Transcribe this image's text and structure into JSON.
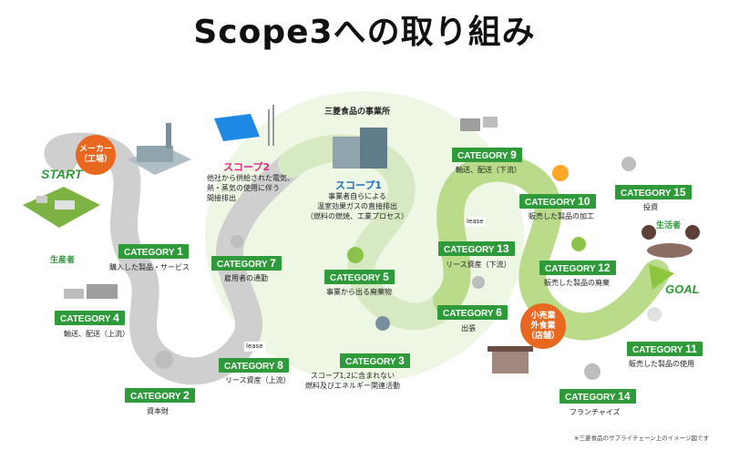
{
  "title": "Scope3への取り組み",
  "start_label": "START",
  "goal_label": "GOAL",
  "producer_label": "生産者",
  "consumer_label": "生活者",
  "maker_bubble": "メーカー\n（工場）",
  "retail_bubble": "小売業\n外食業\n（店舗）",
  "office_label": "三菱食品の事業所",
  "scope1": {
    "title": "スコープ1",
    "desc": "事業者自らによる\n温室効果ガスの直接排出\n（燃料の燃焼、工業プロセス）"
  },
  "scope2": {
    "title": "スコープ2",
    "desc": "他社から供給された電気、\n熱・蒸気の使用に伴う\n間接排出"
  },
  "categories": [
    {
      "num": "1",
      "label": "CATEGORY",
      "desc": "購入した製品・サービス"
    },
    {
      "num": "2",
      "label": "CATEGORY",
      "desc": "資本財"
    },
    {
      "num": "3",
      "label": "CATEGORY",
      "desc": "スコープ1,2に含まれない\n燃料及びエネルギー関連活動"
    },
    {
      "num": "4",
      "label": "CATEGORY",
      "desc": "輸送、配送（上流）"
    },
    {
      "num": "5",
      "label": "CATEGORY",
      "desc": "事業から出る廃棄物"
    },
    {
      "num": "6",
      "label": "CATEGORY",
      "desc": "出張"
    },
    {
      "num": "7",
      "label": "CATEGORY",
      "desc": "雇用者の通勤"
    },
    {
      "num": "8",
      "label": "CATEGORY",
      "desc": "リース資産（上流）"
    },
    {
      "num": "9",
      "label": "CATEGORY",
      "desc": "輸送、配送（下流）"
    },
    {
      "num": "10",
      "label": "CATEGORY",
      "desc": "販売した製品の加工"
    },
    {
      "num": "11",
      "label": "CATEGORY",
      "desc": "販売した製品の使用"
    },
    {
      "num": "12",
      "label": "CATEGORY",
      "desc": "販売した製品の廃棄"
    },
    {
      "num": "13",
      "label": "CATEGORY",
      "desc": "リース資産（下流）"
    },
    {
      "num": "14",
      "label": "CATEGORY",
      "desc": "フランチャイズ"
    },
    {
      "num": "15",
      "label": "CATEGORY",
      "desc": "投資"
    }
  ],
  "lease_text": "lease",
  "footnote": "※三菱食品のサプライチェーン上のイメージ図です",
  "colors": {
    "green": "#2f9a3a",
    "orange": "#e8681f",
    "scope2_pink": "#e0288a",
    "scope1_blue": "#1a6fc1",
    "road_gray": "#c9c9c9",
    "road_green": "#8cc63f"
  }
}
